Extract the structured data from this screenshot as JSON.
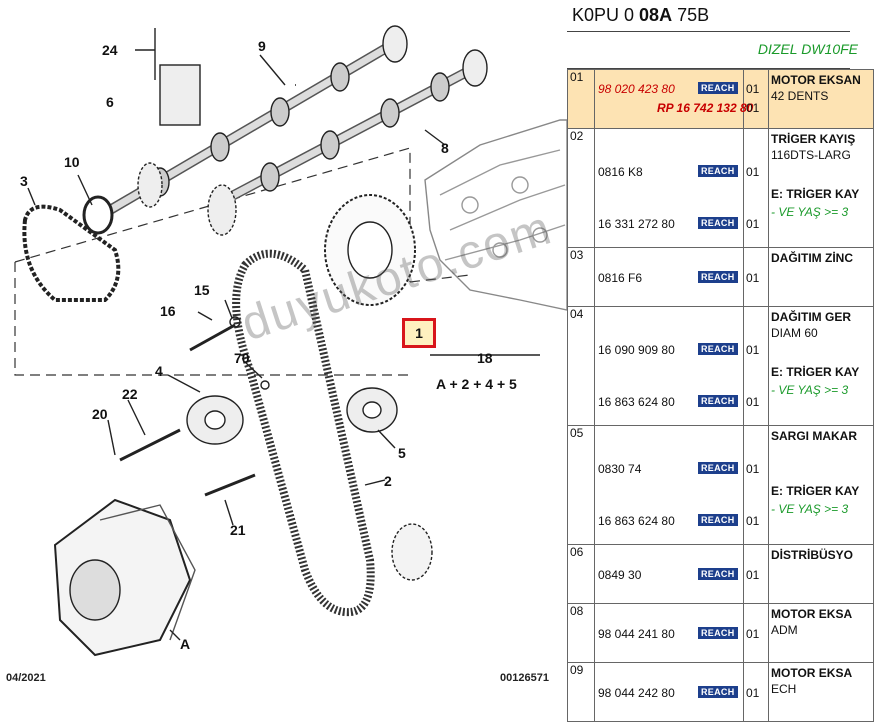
{
  "diagram": {
    "callouts": [
      "24",
      "9",
      "6",
      "10",
      "3",
      "8",
      "1",
      "16",
      "15",
      "70",
      "18",
      "4",
      "22",
      "20",
      "5",
      "2",
      "21",
      "A"
    ],
    "formula": "A + 2 + 4 + 5",
    "footer_date": "04/2021",
    "footer_code": "00126571",
    "watermark": "duyukoto.com",
    "selected_ref": "1"
  },
  "parts": {
    "header_prefix": "K0PU 0 ",
    "header_bold": "08A",
    "header_suffix": " 75B",
    "engine": "DIZEL DW10FE",
    "rows": [
      {
        "num": "01",
        "lines": [
          {
            "ref": "98 020 423 80",
            "reach": true,
            "qty": "01"
          },
          {
            "ref": "RP 16 742 132 80",
            "reach": false,
            "qty": "01"
          }
        ],
        "title": "MOTOR EKSAN",
        "desc": "42 DENTS",
        "desc2": "",
        "green": ""
      },
      {
        "num": "02",
        "lines": [
          {
            "ref": "0816 K8",
            "reach": true,
            "qty": "01"
          },
          {
            "ref": "16 331 272 80",
            "reach": true,
            "qty": "01"
          }
        ],
        "title": "TRİGER KAYIŞ",
        "desc": "116DTS-LARG",
        "desc2": "E: TRİGER KAY",
        "green": "- VE YAŞ >= 3"
      },
      {
        "num": "03",
        "lines": [
          {
            "ref": "0816 F6",
            "reach": true,
            "qty": "01"
          }
        ],
        "title": "DAĞITIM ZİNC",
        "desc": "",
        "desc2": "",
        "green": ""
      },
      {
        "num": "04",
        "lines": [
          {
            "ref": "16 090 909 80",
            "reach": true,
            "qty": "01"
          },
          {
            "ref": "16 863 624 80",
            "reach": true,
            "qty": "01"
          }
        ],
        "title": "DAĞITIM GER",
        "desc": "DIAM 60",
        "desc2": "E: TRİGER KAY",
        "green": "- VE YAŞ >= 3"
      },
      {
        "num": "05",
        "lines": [
          {
            "ref": "0830 74",
            "reach": true,
            "qty": "01"
          },
          {
            "ref": "16 863 624 80",
            "reach": true,
            "qty": "01"
          }
        ],
        "title": "SARGI MAKAR",
        "desc": "",
        "desc2": "E: TRİGER KAY",
        "green": "- VE YAŞ >= 3"
      },
      {
        "num": "06",
        "lines": [
          {
            "ref": "0849 30",
            "reach": true,
            "qty": "01"
          }
        ],
        "title": "DİSTRİBÜSYO",
        "desc": "",
        "desc2": "",
        "green": ""
      },
      {
        "num": "08",
        "lines": [
          {
            "ref": "98 044 241 80",
            "reach": true,
            "qty": "01"
          }
        ],
        "title": "MOTOR EKSA",
        "desc": "ADM",
        "desc2": "",
        "green": ""
      },
      {
        "num": "09",
        "lines": [
          {
            "ref": "98 044 242 80",
            "reach": true,
            "qty": "01"
          }
        ],
        "title": "MOTOR EKSA",
        "desc": "ECH",
        "desc2": "",
        "green": ""
      }
    ],
    "reach_label": "REACH"
  }
}
